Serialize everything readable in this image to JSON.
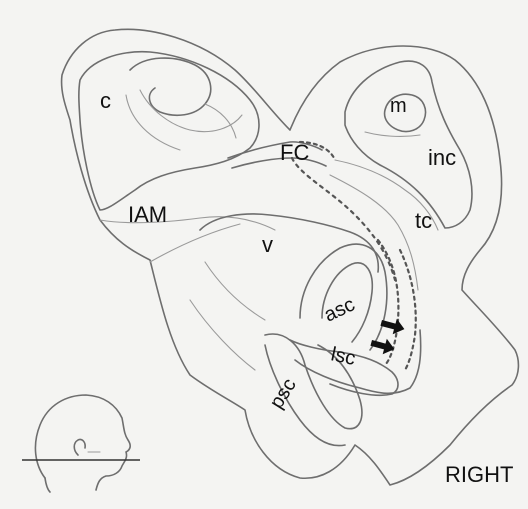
{
  "labels": {
    "c": "c",
    "m": "m",
    "fc": "FC",
    "inc": "inc",
    "iam": "IAM",
    "tc": "tc",
    "v": "v",
    "asc": "asc",
    "lsc": "lsc",
    "psc": "psc",
    "side": "RIGHT"
  },
  "colors": {
    "background": "#f4f4f2",
    "pencil": "#6e6e6e",
    "pencil_light": "#9a9a9a",
    "text": "#111111",
    "arrow": "#111111"
  },
  "icons": [
    "arrow-icon",
    "arrow-icon",
    "head-orientation-icon"
  ]
}
